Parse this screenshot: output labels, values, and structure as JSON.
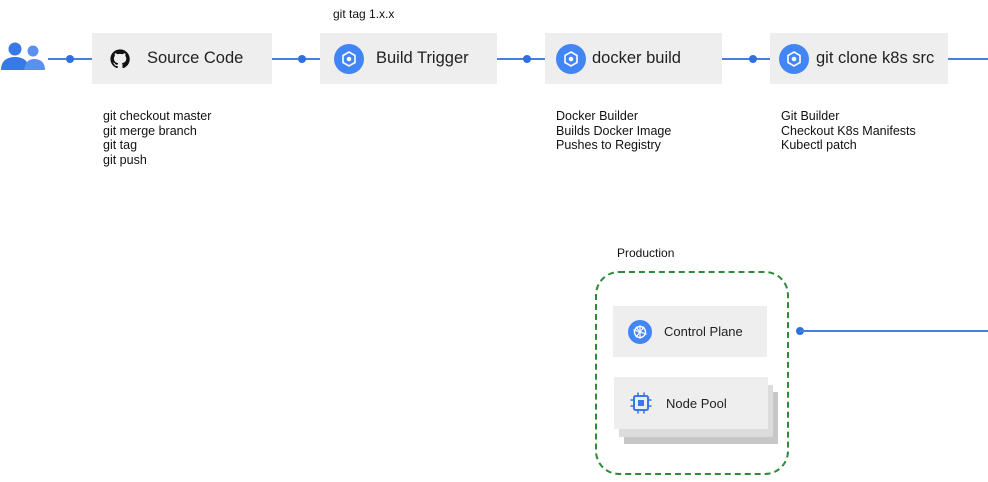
{
  "colors": {
    "line": "#4a7ed8",
    "accent": "#4285f4",
    "node_bg": "#eeeeee",
    "dashed_border": "#2e8b3a"
  },
  "icons": {
    "user": "users-icon",
    "source": "github-icon",
    "build": "cloud-build-icon",
    "kubernetes": "kubernetes-icon",
    "node_pool": "chip-icon"
  },
  "pipeline": {
    "source": {
      "label": "Source Code",
      "notes": [
        "git checkout master",
        "git merge branch",
        "git tag",
        "git push"
      ]
    },
    "trigger": {
      "label": "Build Trigger",
      "caption": "git tag 1.x.x"
    },
    "docker": {
      "label": "docker build",
      "notes": [
        "Docker Builder",
        "Builds Docker Image",
        "Pushes to Registry"
      ]
    },
    "clone": {
      "label": "git clone k8s src",
      "notes": [
        "Git Builder",
        "Checkout K8s Manifests",
        "Kubectl patch"
      ]
    }
  },
  "production": {
    "title": "Production",
    "control_plane": "Control Plane",
    "node_pool": "Node Pool"
  }
}
